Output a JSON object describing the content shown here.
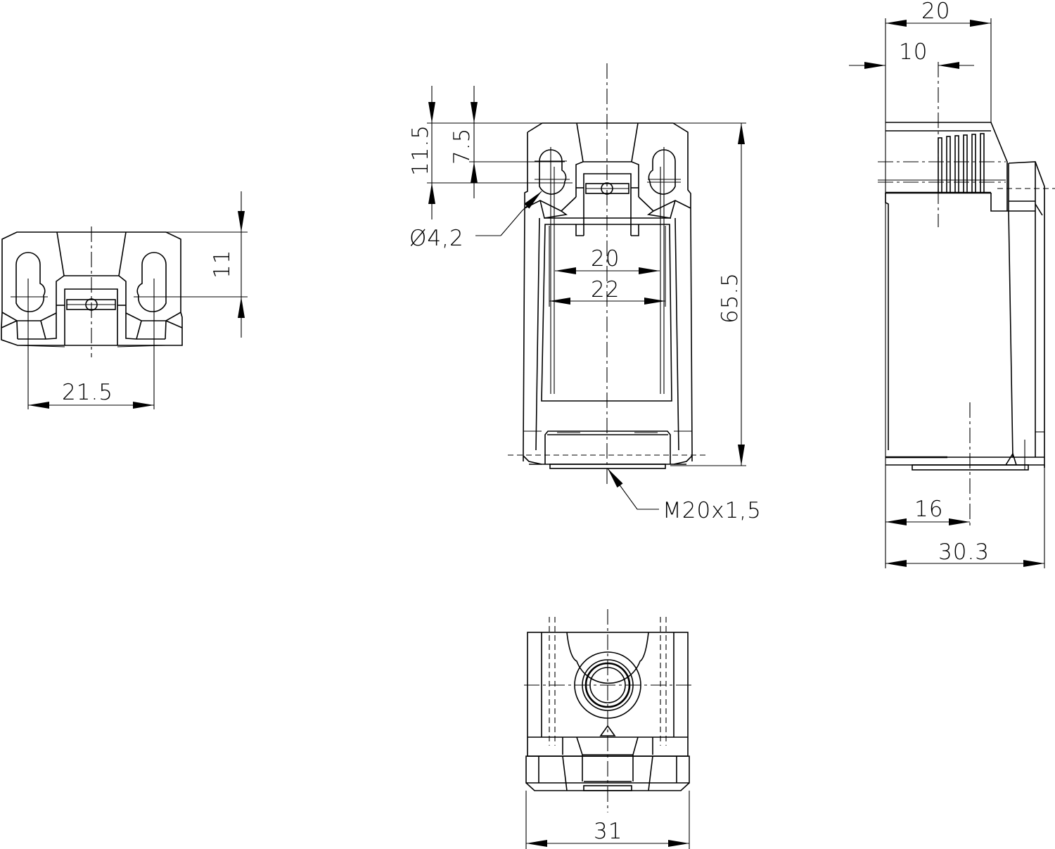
{
  "drawing": {
    "type": "mechanical dimension drawing",
    "views": [
      "left-side-view",
      "front-view",
      "right-side-view",
      "bottom-view"
    ],
    "dimensions": {
      "left_height": "11",
      "left_hole_spacing": "21.5",
      "front_top_offset": "11.5",
      "front_slot_offset": "7.5",
      "front_hole_diameter": "Ø4,2",
      "front_inner_width_20": "20",
      "front_inner_width_22": "22",
      "front_height": "65.5",
      "front_thread": "M20x1,5",
      "side_width_20": "20",
      "side_width_10": "10",
      "side_depth_16": "16",
      "side_depth_30_3": "30.3",
      "bottom_width": "31"
    },
    "colors": {
      "line": "#000000",
      "background": "#ffffff"
    }
  }
}
